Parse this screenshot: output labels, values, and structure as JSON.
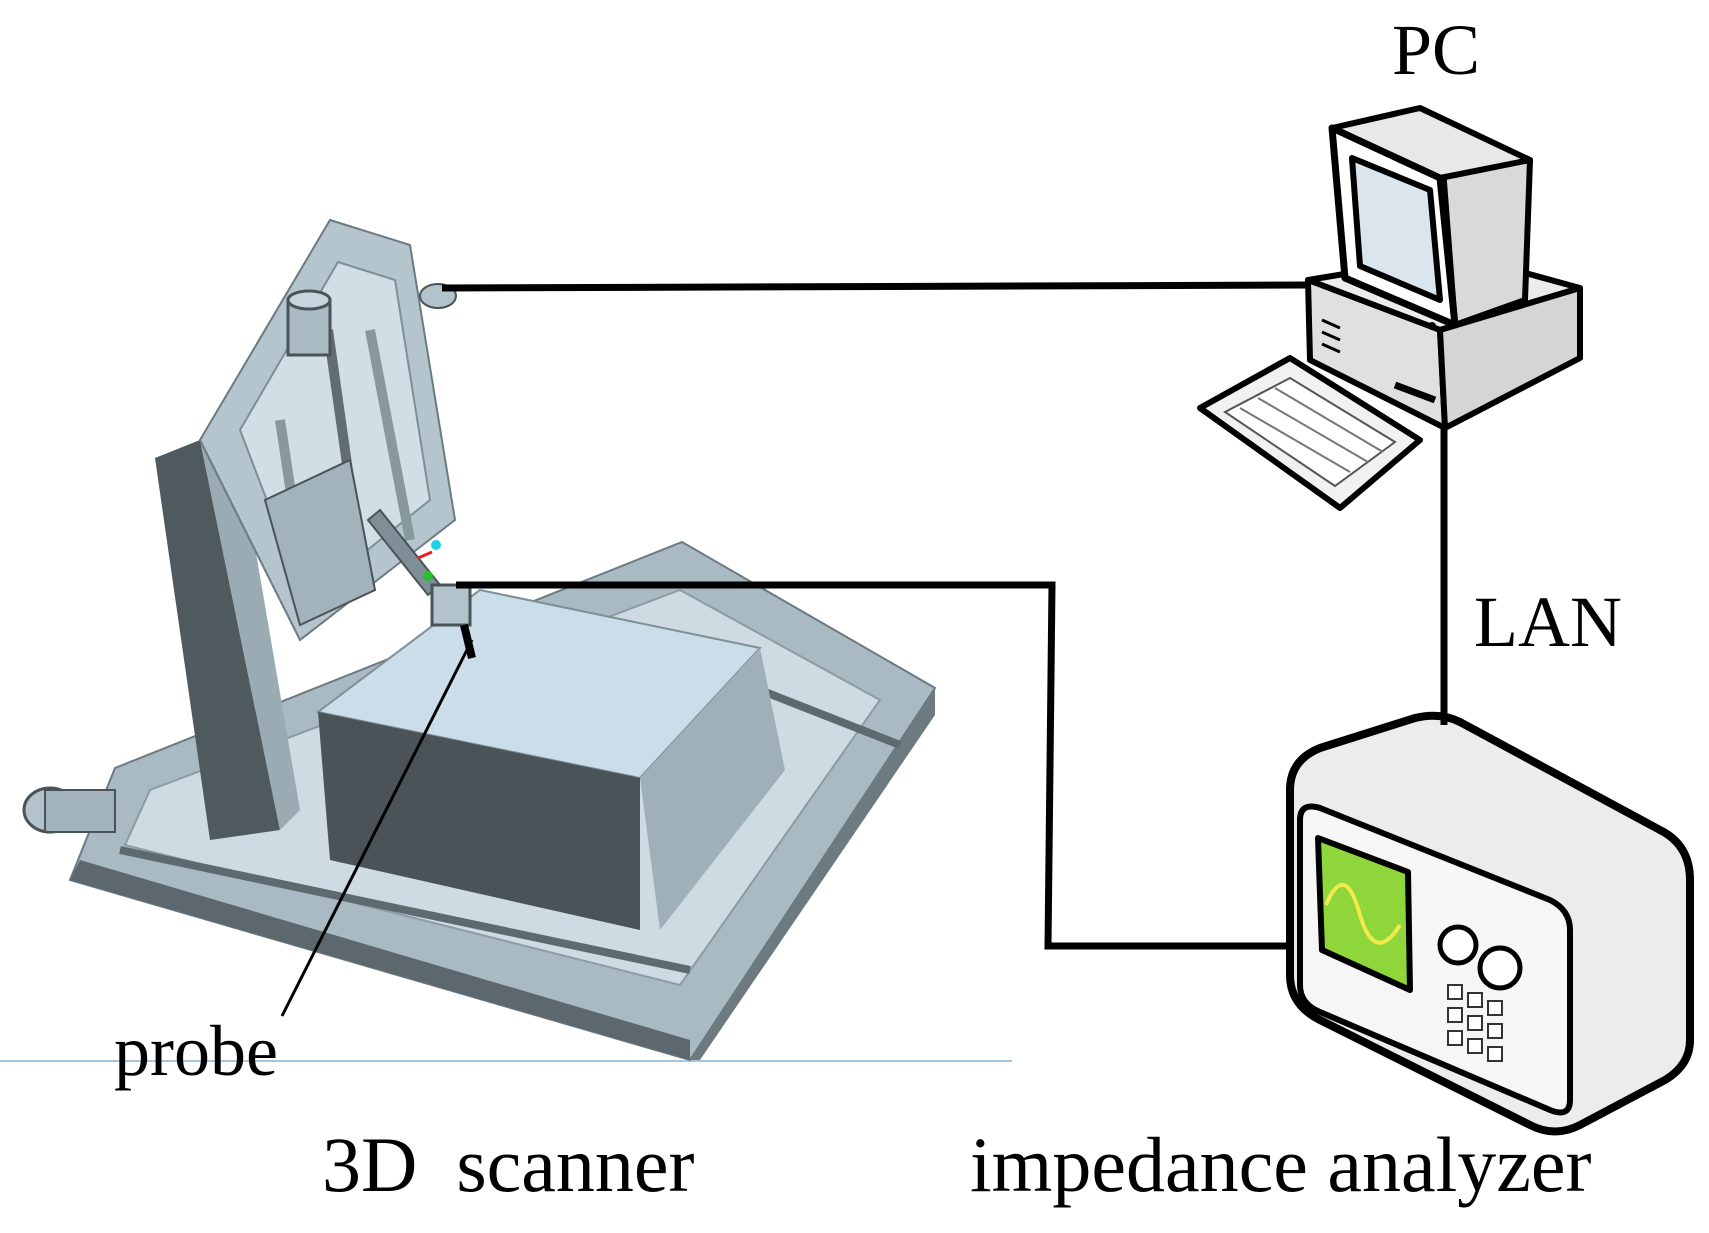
{
  "labels": {
    "pc": "PC",
    "lan": "LAN",
    "probe": "probe",
    "scanner": "3D  scanner",
    "analyzer": "impedance analyzer"
  },
  "colors": {
    "machine_light": "#c6d4dc",
    "machine_mid": "#9fb0b9",
    "machine_dark": "#4a5357",
    "block_top": "#cbdde8",
    "screen_green": "#8fd63a",
    "wire": "#000000",
    "guide_line": "#a9c5dc"
  },
  "icons": {
    "scanner": "3d-scanner-machine-icon",
    "pc": "desktop-computer-icon",
    "analyzer": "impedance-analyzer-icon"
  }
}
